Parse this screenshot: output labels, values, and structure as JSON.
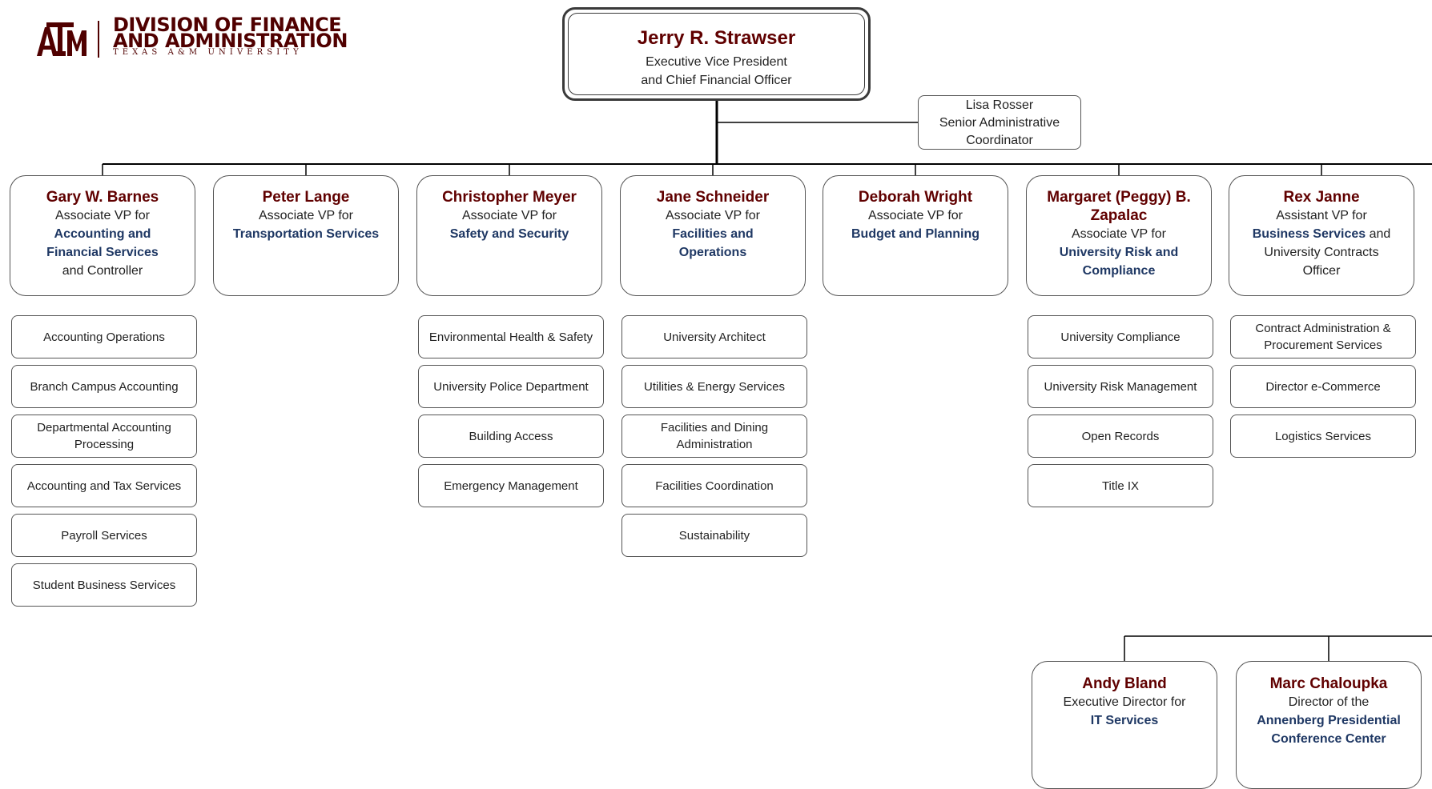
{
  "logo": {
    "mark_text": "ATM",
    "line1": "DIVISION OF FINANCE",
    "line2": "AND ADMINISTRATION",
    "subline": "TEXAS A&M UNIVERSITY",
    "brand_color": "#500000"
  },
  "top": {
    "name": "Jerry R. Strawser",
    "title_line1": "Executive Vice President",
    "title_line2": "and Chief Financial Officer"
  },
  "coordinator": {
    "name": "Lisa Rosser",
    "title_line1": "Senior Administrative",
    "title_line2": "Coordinator"
  },
  "vps": [
    {
      "name_lines": [
        "Gary W. Barnes"
      ],
      "lines": [
        {
          "text": "Associate VP for",
          "blue": false
        },
        {
          "text": "Accounting and",
          "blue": true
        },
        {
          "text": "Financial Services",
          "blue": true
        },
        {
          "text": "and Controller",
          "blue": false
        }
      ],
      "units": [
        "Accounting Operations",
        "Branch Campus Accounting",
        "Departmental Accounting Processing",
        "Accounting and Tax Services",
        "Payroll Services",
        "Student Business Services"
      ]
    },
    {
      "name_lines": [
        "Peter Lange"
      ],
      "lines": [
        {
          "text": "Associate VP for",
          "blue": false
        },
        {
          "text": "Transportation Services",
          "blue": true
        }
      ],
      "units": []
    },
    {
      "name_lines": [
        "Christopher Meyer"
      ],
      "lines": [
        {
          "text": "Associate VP for",
          "blue": false
        },
        {
          "text": "Safety and Security",
          "blue": true
        }
      ],
      "units": [
        "Environmental Health & Safety",
        "University Police Department",
        "Building Access",
        "Emergency Management"
      ]
    },
    {
      "name_lines": [
        "Jane Schneider"
      ],
      "lines": [
        {
          "text": "Associate VP for",
          "blue": false
        },
        {
          "text": "Facilities and",
          "blue": true
        },
        {
          "text": "Operations",
          "blue": true
        }
      ],
      "units": [
        "University Architect",
        "Utilities & Energy Services",
        "Facilities and Dining Administration",
        "Facilities Coordination",
        "Sustainability"
      ]
    },
    {
      "name_lines": [
        "Deborah Wright"
      ],
      "lines": [
        {
          "text": "Associate VP for",
          "blue": false
        },
        {
          "text": "Budget and Planning",
          "blue": true
        }
      ],
      "units": []
    },
    {
      "name_lines": [
        "Margaret (Peggy) B.",
        "Zapalac"
      ],
      "lines": [
        {
          "text": "Associate VP for",
          "blue": false
        },
        {
          "text": "University Risk and",
          "blue": true
        },
        {
          "text": "Compliance",
          "blue": true
        }
      ],
      "units": [
        "University Compliance",
        "University Risk Management",
        "Open Records",
        "Title IX"
      ]
    },
    {
      "name_lines": [
        "Rex Janne"
      ],
      "lines": [
        {
          "text": "Assistant VP for",
          "blue": false
        },
        {
          "parts": [
            {
              "text": "Business Services",
              "blue": true
            },
            {
              "text": " and",
              "blue": false
            }
          ]
        },
        {
          "text": "University Contracts",
          "blue": false
        },
        {
          "text": "Officer",
          "blue": false
        }
      ],
      "units": [
        "Contract Administration & Procurement Services",
        "Director e-Commerce",
        "Logistics Services"
      ]
    }
  ],
  "directors": [
    {
      "name": "Andy Bland",
      "lines": [
        {
          "text": "Executive Director for",
          "blue": false
        },
        {
          "text": "IT Services",
          "blue": true
        }
      ]
    },
    {
      "name": "Marc Chaloupka",
      "lines": [
        {
          "text": "Director of the",
          "blue": false
        },
        {
          "text": "Annenberg Presidential",
          "blue": true
        },
        {
          "text": "Conference Center",
          "blue": true
        }
      ]
    }
  ]
}
